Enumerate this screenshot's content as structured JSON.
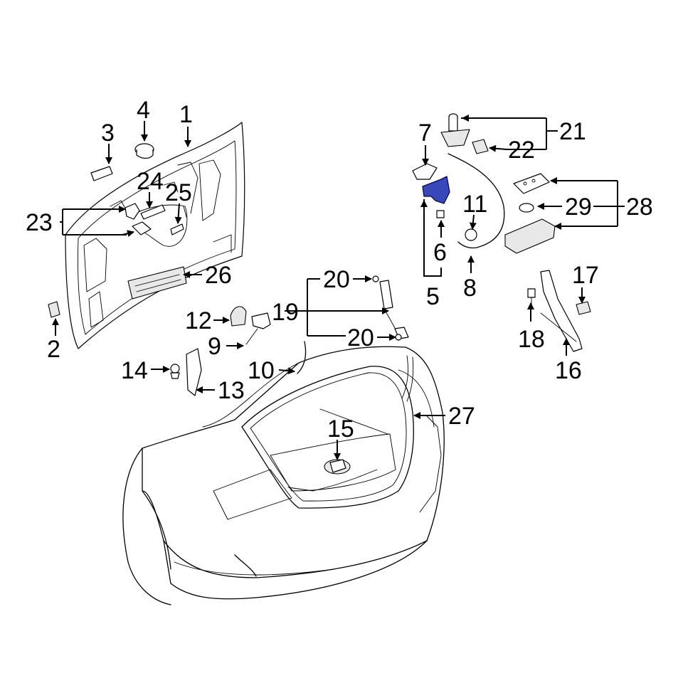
{
  "callouts": {
    "c1": "1",
    "c2": "2",
    "c3": "3",
    "c4": "4",
    "c5": "5",
    "c6": "6",
    "c7": "7",
    "c8": "8",
    "c9": "9",
    "c10": "10",
    "c11": "11",
    "c12": "12",
    "c13": "13",
    "c14": "14",
    "c15": "15",
    "c16": "16",
    "c17": "17",
    "c18": "18",
    "c19": "19",
    "c20a": "20",
    "c20b": "20",
    "c21": "21",
    "c22": "22",
    "c23": "23",
    "c24": "24",
    "c25": "25",
    "c26": "26",
    "c27": "27",
    "c28": "28",
    "c29": "29"
  },
  "colors": {
    "highlight": "#3848b8",
    "line": "#000000",
    "background": "#ffffff"
  },
  "highlighted_part": "5"
}
